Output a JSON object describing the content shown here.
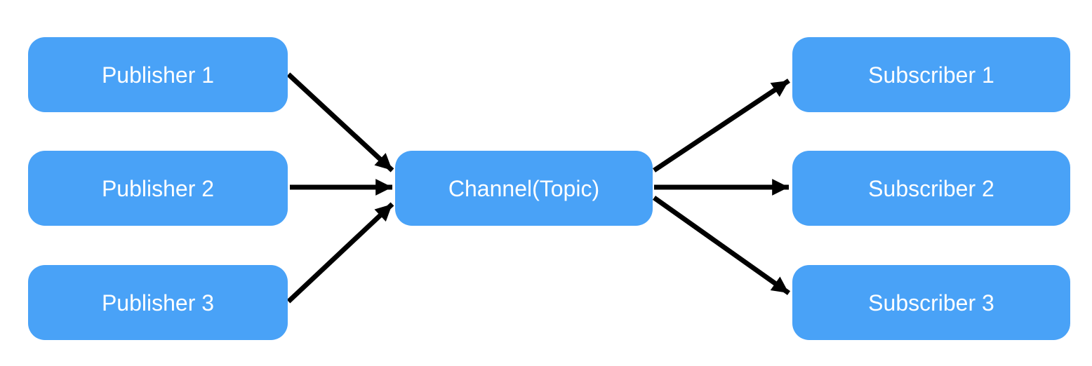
{
  "diagram": {
    "nodes": {
      "publishers": [
        {
          "id": "publisher-1",
          "label": "Publisher 1"
        },
        {
          "id": "publisher-2",
          "label": "Publisher 2"
        },
        {
          "id": "publisher-3",
          "label": "Publisher 3"
        }
      ],
      "channel": {
        "id": "channel",
        "label": "Channel(Topic)"
      },
      "subscribers": [
        {
          "id": "subscriber-1",
          "label": "Subscriber 1"
        },
        {
          "id": "subscriber-2",
          "label": "Subscriber 2"
        },
        {
          "id": "subscriber-3",
          "label": "Subscriber 3"
        }
      ]
    },
    "edges": [
      {
        "from": "publisher-1",
        "to": "channel"
      },
      {
        "from": "publisher-2",
        "to": "channel"
      },
      {
        "from": "publisher-3",
        "to": "channel"
      },
      {
        "from": "channel",
        "to": "subscriber-1"
      },
      {
        "from": "channel",
        "to": "subscriber-2"
      },
      {
        "from": "channel",
        "to": "subscriber-3"
      }
    ],
    "colors": {
      "node_fill": "#49a2f7",
      "node_text": "#ffffff",
      "arrow": "#000000",
      "background": "#ffffff"
    }
  }
}
